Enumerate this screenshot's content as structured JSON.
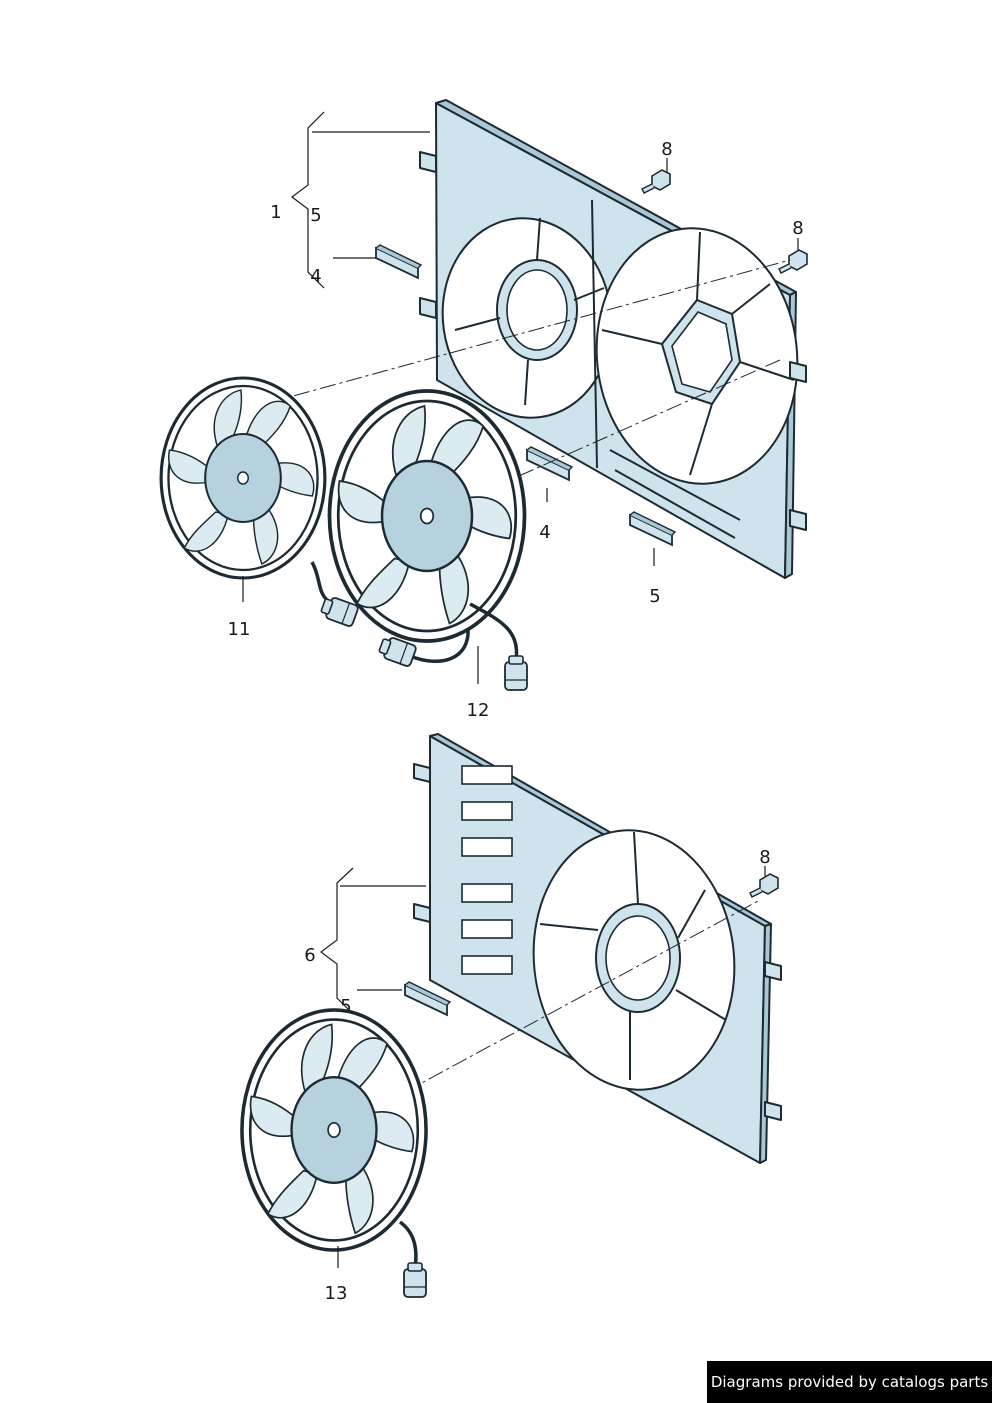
{
  "callouts": {
    "c1": "1",
    "c5a": "5",
    "c4a": "4",
    "c8a": "8",
    "c8b": "8",
    "c4b": "4",
    "c5b": "5",
    "c11": "11",
    "c12": "12",
    "c6": "6",
    "c5c": "5",
    "c8c": "8",
    "c13": "13"
  },
  "credit": "Diagrams provided by catalogs parts",
  "colors": {
    "part_fill": "#cfe3ec",
    "outline": "#1c2a33",
    "background": "#ffffff"
  }
}
